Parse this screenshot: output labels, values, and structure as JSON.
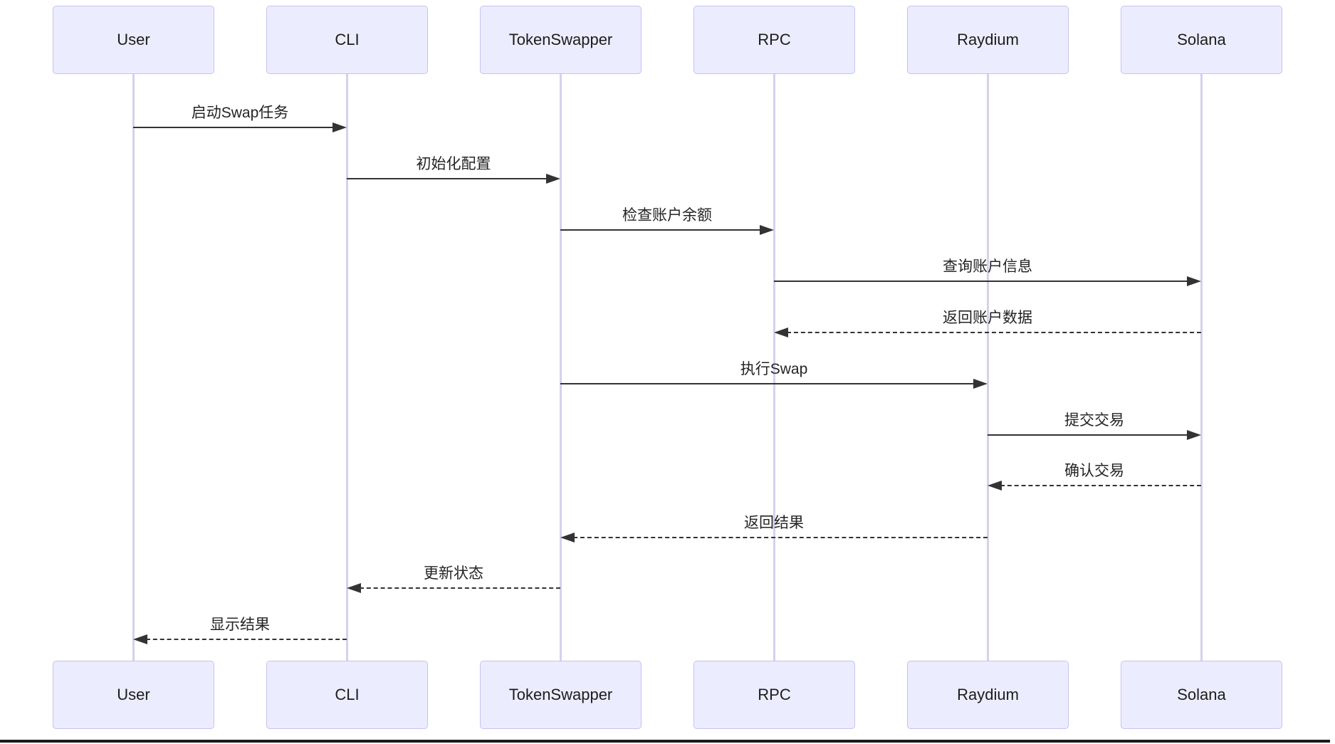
{
  "diagram": {
    "type": "sequence-diagram",
    "participants": [
      {
        "name": "User"
      },
      {
        "name": "CLI"
      },
      {
        "name": "TokenSwapper"
      },
      {
        "name": "RPC"
      },
      {
        "name": "Raydium"
      },
      {
        "name": "Solana"
      }
    ],
    "messages": [
      {
        "from": "User",
        "to": "CLI",
        "label": "启动Swap任务",
        "style": "solid",
        "direction": "right"
      },
      {
        "from": "CLI",
        "to": "TokenSwapper",
        "label": "初始化配置",
        "style": "solid",
        "direction": "right"
      },
      {
        "from": "TokenSwapper",
        "to": "RPC",
        "label": "检查账户余额",
        "style": "solid",
        "direction": "right"
      },
      {
        "from": "RPC",
        "to": "Solana",
        "label": "查询账户信息",
        "style": "solid",
        "direction": "right"
      },
      {
        "from": "Solana",
        "to": "RPC",
        "label": "返回账户数据",
        "style": "dashed",
        "direction": "left"
      },
      {
        "from": "TokenSwapper",
        "to": "Raydium",
        "label": "执行Swap",
        "style": "solid",
        "direction": "right"
      },
      {
        "from": "Raydium",
        "to": "Solana",
        "label": "提交交易",
        "style": "solid",
        "direction": "right"
      },
      {
        "from": "Solana",
        "to": "Raydium",
        "label": "确认交易",
        "style": "dashed",
        "direction": "left"
      },
      {
        "from": "Raydium",
        "to": "TokenSwapper",
        "label": "返回结果",
        "style": "dashed",
        "direction": "left"
      },
      {
        "from": "TokenSwapper",
        "to": "CLI",
        "label": "更新状态",
        "style": "dashed",
        "direction": "left"
      },
      {
        "from": "CLI",
        "to": "User",
        "label": "显示结果",
        "style": "dashed",
        "direction": "left"
      }
    ],
    "colors": {
      "actor_fill": "#ECECFF",
      "actor_border": "#c9c1ee",
      "lifeline": "#d7d0ee",
      "arrow": "#333333",
      "text": "#242424"
    }
  }
}
